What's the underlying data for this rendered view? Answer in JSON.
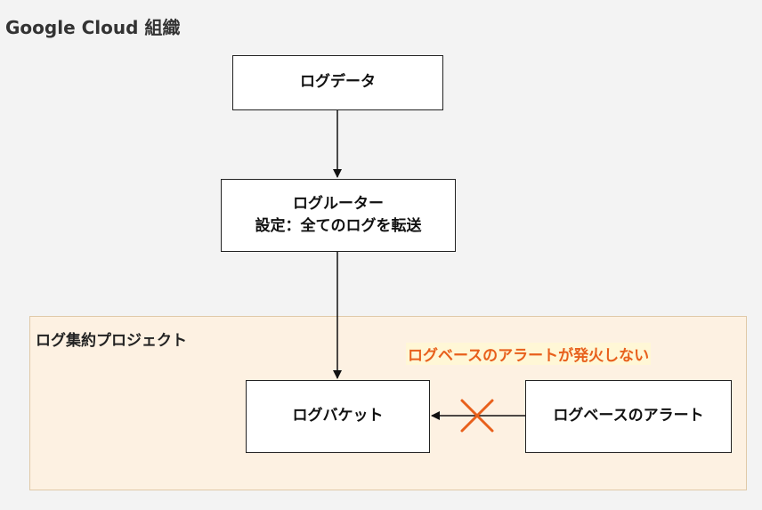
{
  "org": {
    "title": "Google Cloud 組織"
  },
  "nodes": {
    "log_data": "ログデータ",
    "router_title": "ログルーター",
    "router_setting": "設定：全てのログを転送",
    "bucket": "ログバケット",
    "alert": "ログベースのアラート"
  },
  "project": {
    "title": "ログ集約プロジェクト"
  },
  "warning": {
    "text": "ログベースのアラートが発火しない"
  },
  "colors": {
    "warning": "#e8601c",
    "project_bg": "#fdf1e2",
    "cross": "#e8601c"
  },
  "icons": {
    "blocked": "cross-icon"
  }
}
